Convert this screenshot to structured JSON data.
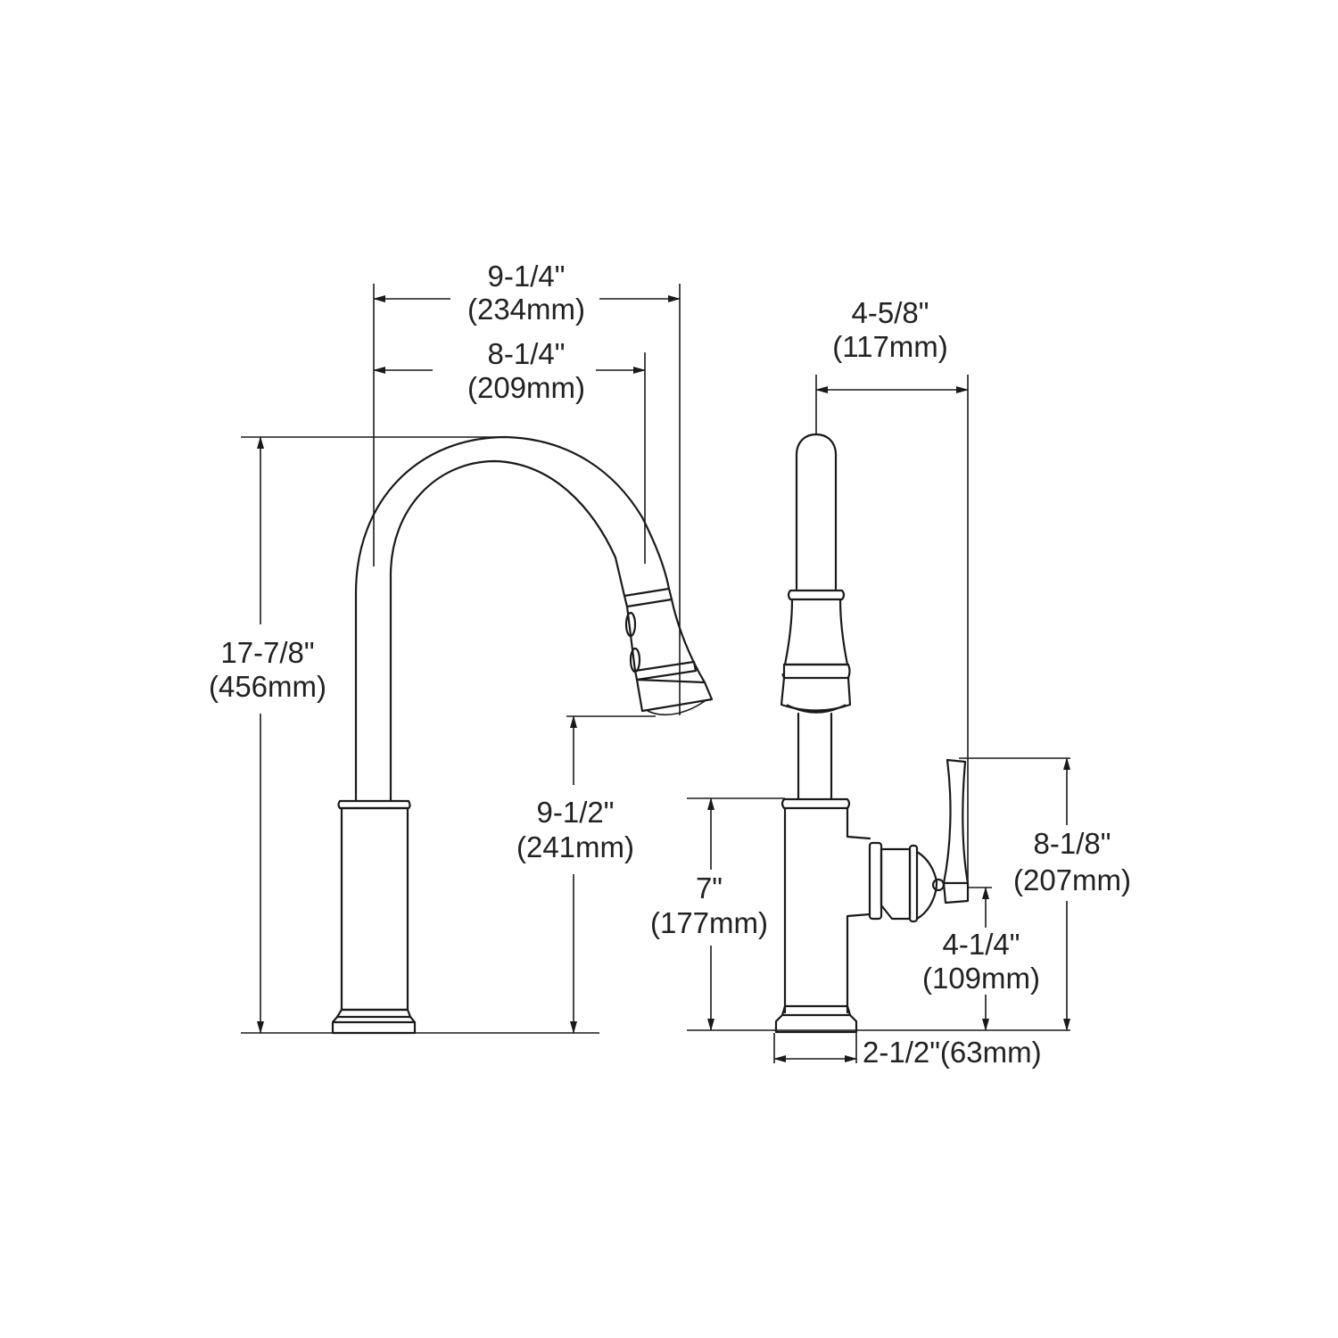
{
  "colors": {
    "line": "#1a1a1a",
    "background": "#ffffff"
  },
  "side_view": {
    "reach_outer": {
      "imperial": "9-1/4\"",
      "metric": "(234mm)"
    },
    "reach_inner": {
      "imperial": "8-1/4\"",
      "metric": "(209mm)"
    },
    "overall_height": {
      "imperial": "17-7/8\"",
      "metric": "(456mm)"
    },
    "spout_clearance": {
      "imperial": "9-1/2\"",
      "metric": "(241mm)"
    }
  },
  "front_view": {
    "handle_reach": {
      "imperial": "4-5/8\"",
      "metric": "(117mm)"
    },
    "handle_top_height": {
      "imperial": "8-1/8\"",
      "metric": "(207mm)"
    },
    "handle_pivot_height": {
      "imperial": "4-1/4\"",
      "metric": "(109mm)"
    },
    "body_height": {
      "imperial": "7\"",
      "metric": "(177mm)"
    },
    "base_diameter": {
      "label": "2-1/2\"(63mm)"
    }
  }
}
